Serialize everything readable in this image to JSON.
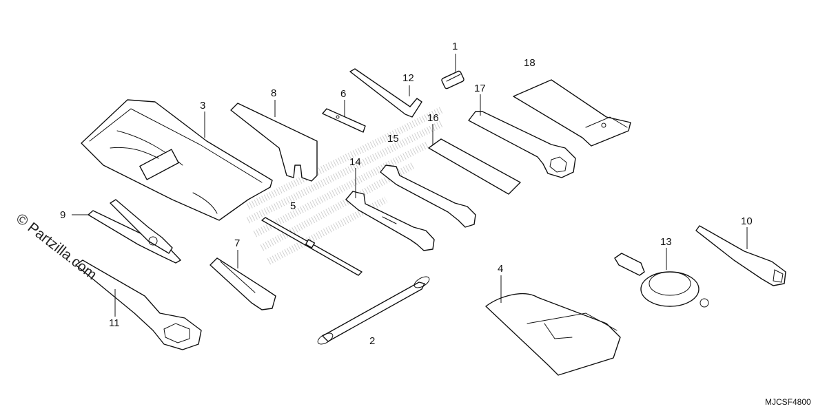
{
  "watermark": "© Partzilla.com",
  "reference_code": "MJCSF4800",
  "callouts": {
    "c1": "1",
    "c2": "2",
    "c3": "3",
    "c4": "4",
    "c5": "5",
    "c6": "6",
    "c7": "7",
    "c8": "8",
    "c9": "9",
    "c10": "10",
    "c11": "11",
    "c12": "12",
    "c13": "13",
    "c14": "14",
    "c15": "15",
    "c16": "16",
    "c17": "17",
    "c18": "18"
  }
}
